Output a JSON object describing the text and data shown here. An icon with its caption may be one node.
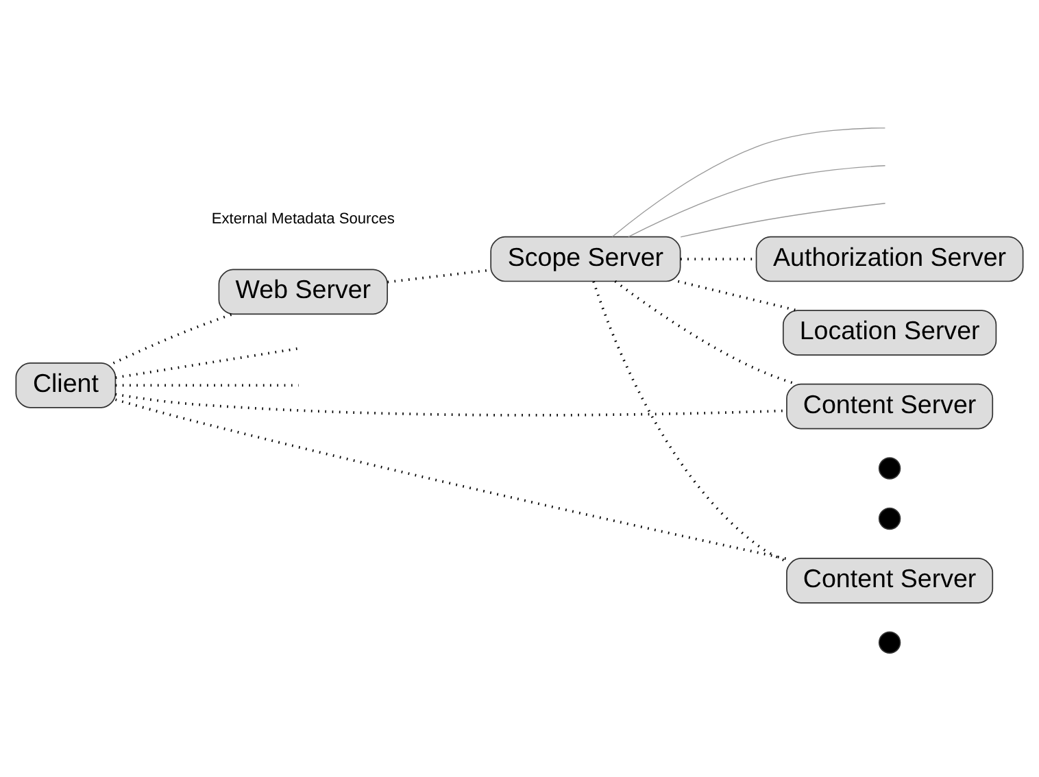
{
  "diagram": {
    "nodes": [
      {
        "text": [
          "Web Server"
        ]
      },
      {
        "text": [
          "Scope Server"
        ]
      },
      {
        "text": [
          "Authorization Server"
        ]
      },
      {
        "text": [
          "Location Server"
        ]
      },
      {
        "text": [
          "Content Server"
        ]
      },
      {
        "text": [
          "Content Server"
        ]
      },
      {
        "text": [
          "Client"
        ]
      },
      {
        "text": [],
        "shape": "circle"
      },
      {
        "text": [],
        "shape": "circle"
      },
      {
        "text": [],
        "shape": "circle"
      }
    ],
    "edges": [
      {
        "from": 0,
        "to": 1,
        "arrow": "none",
        "style": "dashed"
      },
      {
        "from": 1,
        "to": 2,
        "arrow": "none",
        "style": "dashed"
      },
      {
        "from": 1,
        "to": 3,
        "arrow": "none",
        "style": "dashed"
      },
      {
        "from": 1,
        "to": 4,
        "arrow": "none",
        "style": "dashed"
      },
      {
        "from": 1,
        "to": 5,
        "arrow": "none",
        "style": "dashed"
      },
      {
        "from": 6,
        "to": 0,
        "arrow": "none",
        "style": "dashed"
      },
      {
        "from": 6,
        "to": 4,
        "arrow": "none",
        "style": "dashed"
      },
      {
        "from": 6,
        "to": 5,
        "arrow": "none",
        "style": "dashed"
      },
      {
        "from": 6,
        "to": null,
        "arrow": "none",
        "style": "dashed"
      },
      {
        "from": 6,
        "to": null,
        "arrow": "none",
        "style": "dashed"
      },
      {
        "from": 1,
        "to": null,
        "arrow": "none",
        "color": "#999999"
      },
      {
        "from": 1,
        "to": null,
        "arrow": "none",
        "color": "#999999"
      },
      {
        "from": 1,
        "to": null,
        "arrow": "none",
        "color": "#999999"
      }
    ],
    "labels": [
      "External Metadata Sources"
    ]
  }
}
